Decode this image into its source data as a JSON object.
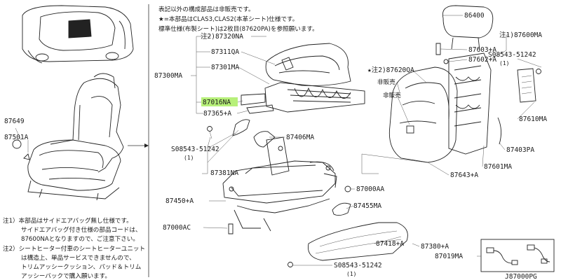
{
  "header": {
    "note_line1": "表記以外の構成部品は非販売です。",
    "note_line2": "★=本部品はCLAS3,CLAS2(本革シート)仕様です。",
    "note_line3": "標準仕様(布製シート)は2枚目(87620PA)を参照願います。"
  },
  "labels": {
    "p87649": "87649",
    "p87501A": "87501A",
    "p87300MA": "87300MA",
    "p87320NA": "注2)87320NA",
    "p87311QA": "87311QA",
    "p87301MA": "87301MA",
    "p87016NA": "87016NA",
    "p87365A": "87365+A",
    "p08543_1": "S08543-51242",
    "p08543_1q": "(1)",
    "p87406MA": "87406MA",
    "p87381NA": "87381NA",
    "p87000AA": "87000AA",
    "p87450A": "87450+A",
    "p87455MA": "87455MA",
    "p87000AC": "87000AC",
    "p87418A": "87418+A",
    "p87380A": "87380+A",
    "p87019MA": "87019MA",
    "p08543_2": "S08543-51242",
    "p08543_2q": "(1)",
    "p86400": "86400",
    "p87600MA": "注1)87600MA",
    "p87603A": "87603+A",
    "p87602A": "87602+A",
    "p87620QA": "★注2)87620QA",
    "hinan1": "非販売",
    "hinan2": "非販売",
    "p08543_3": "S08543-51242",
    "p08543_3q": "(1)",
    "p87610MA": "87610MA",
    "p87403PA": "87403PA",
    "p87601MA": "87601MA",
    "p87643A": "87643+A",
    "diagram_id": "J87000PG"
  },
  "footnotes": {
    "n1_line1": "注1）本部品はサイドエアバッグ無し仕様です。",
    "n1_line2": "サイドエアバッグ付き仕様の部品コードは、",
    "n1_line3": "87600NAとなりますので、ご注意下さい。",
    "n2_line1": "注2）シートヒーター付車のシートヒーターユニット",
    "n2_line2": "は構造上、単品サービスできませんので、",
    "n2_line3": "トリムアッシークッション、パッド＆トリム",
    "n2_line4": "アッシーバックで購入願います。"
  },
  "colors": {
    "highlight": "#b7f07a",
    "ink": "#222222"
  }
}
